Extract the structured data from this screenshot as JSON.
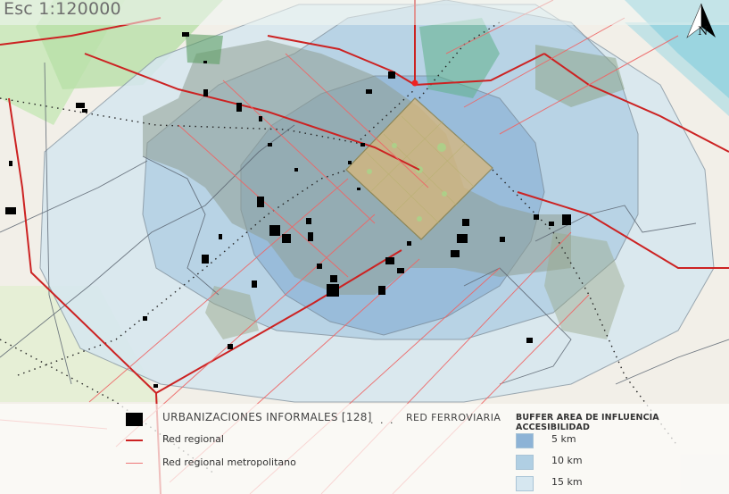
{
  "map": {
    "scale_label": "Esc 1:120000",
    "north_arrow": {
      "icon": "north-arrow-icon",
      "letter": "N"
    },
    "colors": {
      "buffer_5km": "#8db3d6",
      "buffer_10km": "#b0cfe3",
      "buffer_15km": "#d6e7f0",
      "central_square": "#d9b77a",
      "red_regional": "#cc2222",
      "red_metropolitano": "#e77777",
      "urbanizaciones": "#000000",
      "urban_area": "#9aa79a",
      "water": "#8fcfdc",
      "green_area": "#9ed29a"
    }
  },
  "legend": {
    "urbanizaciones": {
      "label": "URBANIZACIONES INFORMALES [128]",
      "symbol": "black-square"
    },
    "red_regional": {
      "label": "Red regional",
      "symbol": "thick-red-line"
    },
    "red_metropolitano": {
      "label": "Red regional metropolitano",
      "symbol": "thin-red-line"
    },
    "red_ferroviaria": {
      "label": "RED FERROVIARIA",
      "symbol": "dotted-line",
      "dots": "· · ·"
    },
    "buffer": {
      "title": "BUFFER AREA DE INFLUENCIA ACCESIBILIDAD",
      "items": [
        {
          "label": "5 km",
          "color": "#8db3d6"
        },
        {
          "label": "10 km",
          "color": "#b0cfe3"
        },
        {
          "label": "15 km",
          "color": "#d6e7f0"
        }
      ]
    }
  }
}
